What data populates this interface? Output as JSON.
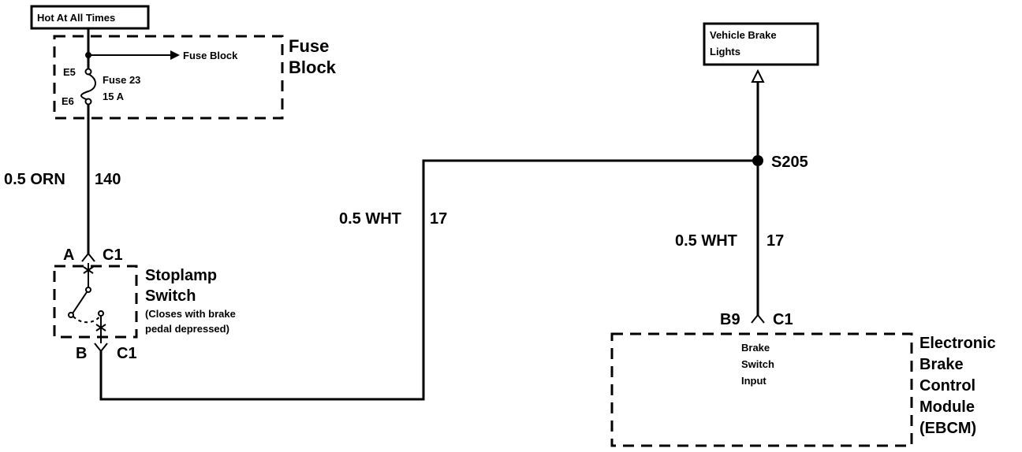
{
  "hot_label": "Hot At All Times",
  "fuse_block": {
    "title_line1": "Fuse",
    "title_line2": "Block",
    "arrow_label": "Fuse Block",
    "pin_top": "E5",
    "pin_bottom": "E6",
    "fuse_name": "Fuse 23",
    "fuse_rating": "15 A"
  },
  "wire_orn": {
    "gauge_color": "0.5 ORN",
    "circuit": "140"
  },
  "wire_wht_left": {
    "gauge_color": "0.5 WHT",
    "circuit": "17"
  },
  "wire_wht_right": {
    "gauge_color": "0.5 WHT",
    "circuit": "17"
  },
  "splice": "S205",
  "vehicle_brake_lights": {
    "line1": "Vehicle Brake",
    "line2": "Lights"
  },
  "stoplamp_switch": {
    "pin_top": "A",
    "conn_top": "C1",
    "pin_bottom": "B",
    "conn_bottom": "C1",
    "title_line1": "Stoplamp",
    "title_line2": "Switch",
    "note_line1": "(Closes with brake",
    "note_line2": "pedal depressed)"
  },
  "ebcm": {
    "pin": "B9",
    "conn": "C1",
    "input_line1": "Brake",
    "input_line2": "Switch",
    "input_line3": "Input",
    "title_line1": "Electronic",
    "title_line2": "Brake",
    "title_line3": "Control",
    "title_line4": "Module",
    "title_line5": "(EBCM)"
  }
}
